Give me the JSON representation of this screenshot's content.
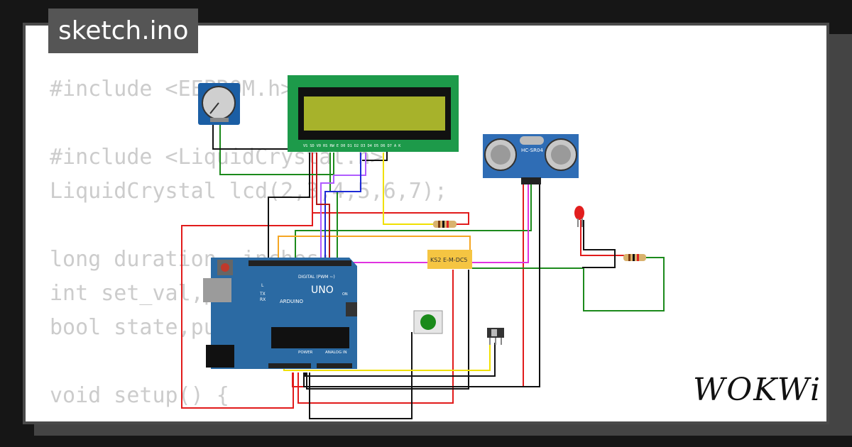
{
  "tab": {
    "label": "sketch.ino"
  },
  "code_lines": [
    "#include <EEPROM.h>",
    "",
    "#include <LiquidCrystal.h>",
    "LiquidCrystal lcd(2,3,4,5,6,7);",
    "",
    "long duration, inches;",
    "int set_val,percentage;",
    "bool state,pump;",
    "",
    "void setup() {"
  ],
  "components": {
    "arduino": {
      "brand": "ARDUINO",
      "model": "UNO",
      "header": "DIGITAL (PWM ~)",
      "power": "POWER",
      "analog": "ANALOG IN",
      "led_l": "L",
      "led_tx": "TX",
      "led_rx": "RX",
      "led_on": "ON"
    },
    "sensor": {
      "label": "HC-SR04"
    },
    "relay": {
      "label": "KS2 E-M-DC5"
    },
    "lcd": {
      "pins": "VS SD V0 RS RW E D0 D1 D2 D3 D4 D5 D6 D7 A K"
    }
  },
  "logo": {
    "text": "WOKWi"
  },
  "colors": {
    "red": "#e11b1b",
    "green": "#1c8a1c",
    "black": "#111111",
    "yellow": "#f0e000",
    "orange": "#f5a623",
    "purple": "#b05cff",
    "blue": "#1d2bd6",
    "magenta": "#e033e0",
    "board": "#2b6aa3"
  }
}
